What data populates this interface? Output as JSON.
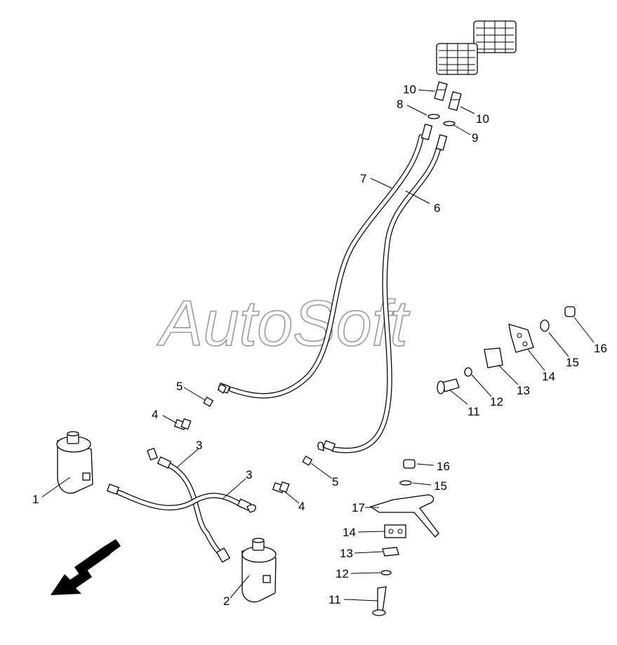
{
  "watermark": "AutoSoft",
  "labels": {
    "l1": "1",
    "l2": "2",
    "l3a": "3",
    "l3b": "3",
    "l4a": "4",
    "l4b": "4",
    "l5a": "5",
    "l5b": "5",
    "l6": "6",
    "l7": "7",
    "l8": "8",
    "l9": "9",
    "l10a": "10",
    "l10b": "10",
    "l11a": "11",
    "l11b": "11",
    "l12a": "12",
    "l12b": "12",
    "l13a": "13",
    "l13b": "13",
    "l14a": "14",
    "l14b": "14",
    "l15a": "15",
    "l15b": "15",
    "l16a": "16",
    "l16b": "16",
    "l17": "17"
  },
  "icons": {
    "direction": "forward-direction-arrow-icon"
  }
}
